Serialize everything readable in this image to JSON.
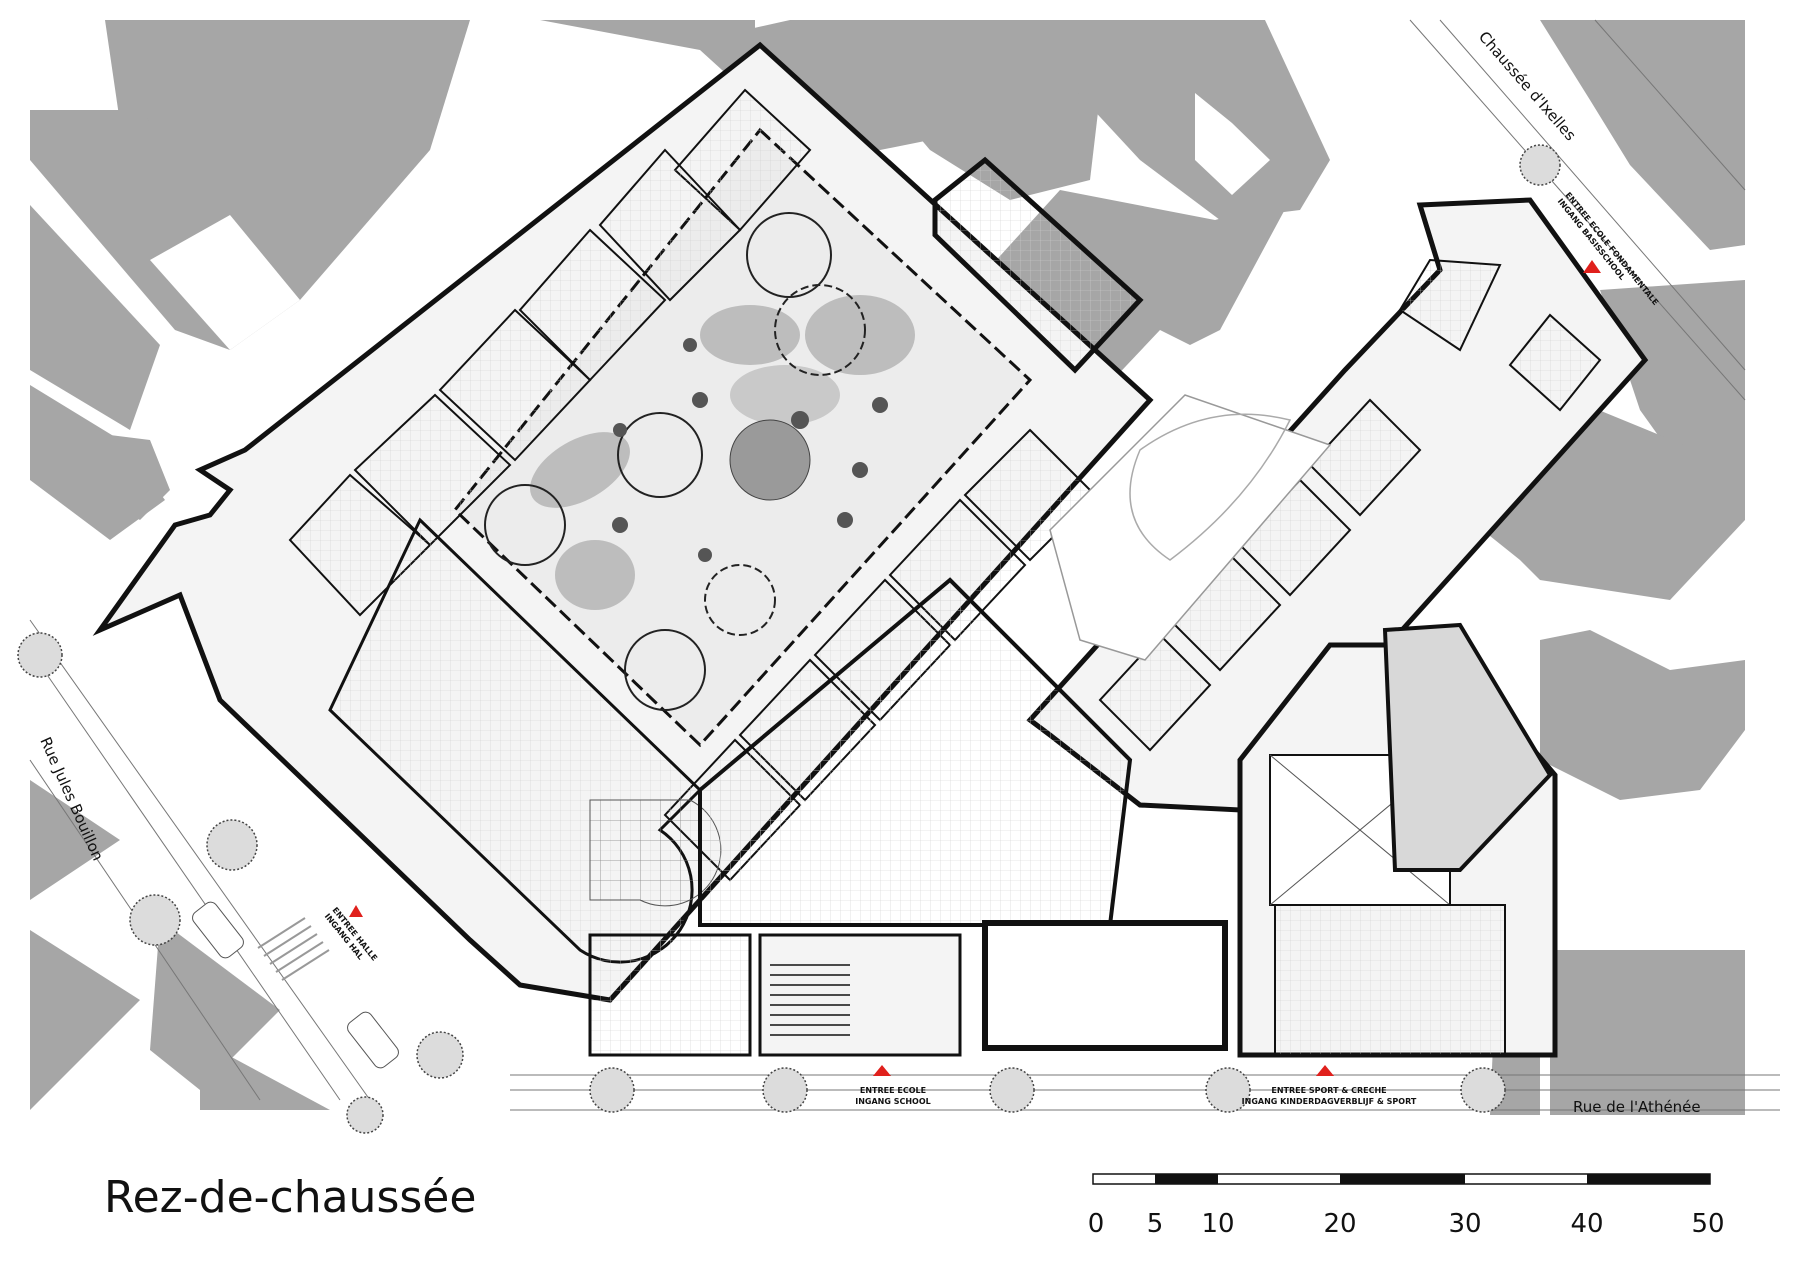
{
  "title": "Rez-de-chaussée",
  "streets": {
    "ixelles": "Chaussée d'Ixelles",
    "bouillon": "Rue Jules Bouillon",
    "athenee": "Rue de l'Athénée"
  },
  "entrances": {
    "hall": [
      "ENTREE HALLE",
      "INGANG HAL"
    ],
    "school": [
      "ENTREE ECOLE",
      "INGANG SCHOOL"
    ],
    "sport": [
      "ENTREE SPORT & CRECHE",
      "INGANG KINDERDAGVERBLIJF & SPORT"
    ],
    "fondamentale": [
      "ENTREE ECOLE FONDAMENTALE",
      "INGANG BASISSCHOOL"
    ]
  },
  "scale": {
    "labels": [
      "0",
      "5",
      "10",
      "20",
      "30",
      "40",
      "50"
    ]
  },
  "colors": {
    "neighbour": "#a6a6a6",
    "wall": "#111111",
    "entrance_marker": "#e0201c",
    "planting": "#bdbdbd"
  }
}
